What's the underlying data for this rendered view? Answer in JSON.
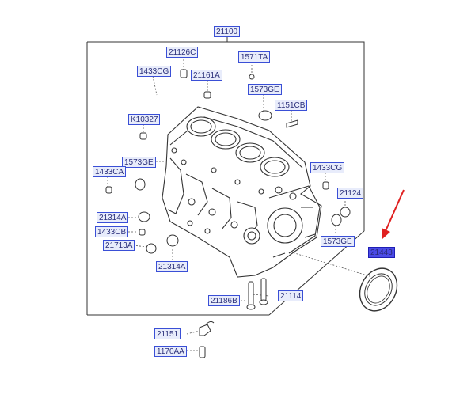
{
  "diagram": {
    "highlight_color": "#4a4ae6",
    "label_border_color": "#3a4fd6",
    "arrow_color": "#e02020",
    "labels": [
      {
        "id": "21100",
        "text": "21100"
      },
      {
        "id": "21126C",
        "text": "21126C"
      },
      {
        "id": "1571TA",
        "text": "1571TA"
      },
      {
        "id": "1433CG_top",
        "text": "1433CG"
      },
      {
        "id": "21161A",
        "text": "21161A"
      },
      {
        "id": "1573GE_top",
        "text": "1573GE"
      },
      {
        "id": "1151CB",
        "text": "1151CB"
      },
      {
        "id": "K10327",
        "text": "K10327"
      },
      {
        "id": "1573GE_left",
        "text": "1573GE"
      },
      {
        "id": "1433CA",
        "text": "1433CA"
      },
      {
        "id": "1433CG_right",
        "text": "1433CG"
      },
      {
        "id": "21124",
        "text": "21124"
      },
      {
        "id": "21314A_top",
        "text": "21314A"
      },
      {
        "id": "1433CB",
        "text": "1433CB"
      },
      {
        "id": "21713A",
        "text": "21713A"
      },
      {
        "id": "21314A_bottom",
        "text": "21314A"
      },
      {
        "id": "1573GE_right",
        "text": "1573GE"
      },
      {
        "id": "21443",
        "text": "21443",
        "highlighted": true
      },
      {
        "id": "21186B",
        "text": "21186B"
      },
      {
        "id": "21114",
        "text": "21114"
      },
      {
        "id": "21151",
        "text": "21151"
      },
      {
        "id": "1170AA",
        "text": "1170AA"
      }
    ]
  }
}
